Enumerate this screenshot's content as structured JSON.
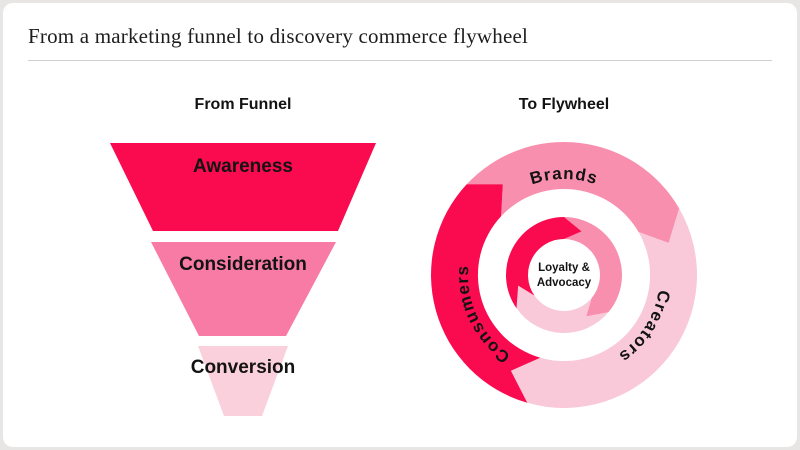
{
  "title": "From a marketing funnel to discovery commerce flywheel",
  "funnel": {
    "heading": "From Funnel",
    "stages": [
      {
        "label": "Awareness",
        "color": "#fa0b50"
      },
      {
        "label": "Consideration",
        "color": "#f87ba5"
      },
      {
        "label": "Conversion",
        "color": "#fbd0dd"
      }
    ]
  },
  "flywheel": {
    "heading": "To Flywheel",
    "center_label": "Loyalty & Advocacy",
    "center_lines": [
      "Loyalty &",
      "Advocacy"
    ],
    "rotation": "clockwise",
    "segments": [
      {
        "label": "Brands",
        "color": "#f98fae"
      },
      {
        "label": "Creators",
        "color": "#f9c9da"
      },
      {
        "label": "Consumers",
        "color": "#fa0b50"
      }
    ]
  },
  "theme": {
    "background": "#e7e6e4",
    "card": "#ffffff",
    "title_color": "#1d1d1d",
    "divider": "#cfcfcf",
    "label_color": "#131313"
  }
}
